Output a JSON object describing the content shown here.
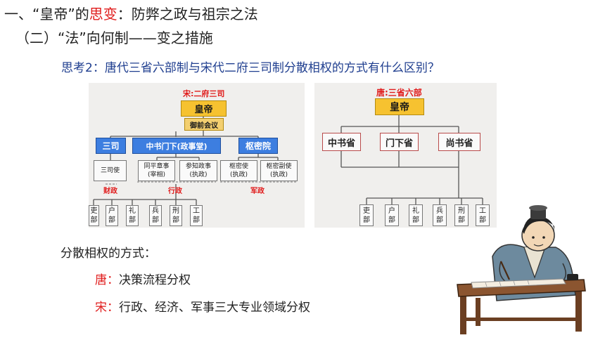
{
  "heading": {
    "prefix": "一、“皇帝”的",
    "highlight": "思变",
    "suffix": "：防弊之政与祖宗之法"
  },
  "subheading": "（二）“法”向何制——变之措施",
  "question": "思考2：唐代三省六部制与宋代二府三司制分散相权的方式有什么区别？",
  "song_chart": {
    "title": "宋:二府三司",
    "emperor": "皇帝",
    "council": "御前会议",
    "branches": [
      "三司",
      "中书门下(政事堂)",
      "枢密院"
    ],
    "officials": [
      [
        "三司使"
      ],
      [
        "同平章事",
        "(宰相)"
      ],
      [
        "参知政事",
        "(执政)"
      ],
      [
        "枢密使",
        "(执政)"
      ],
      [
        "枢密副使",
        "(执政)"
      ]
    ],
    "power_labels": [
      "财政",
      "行政",
      "军政"
    ],
    "ministries": [
      [
        "吏",
        "部"
      ],
      [
        "户",
        "部"
      ],
      [
        "礼",
        "部"
      ],
      [
        "兵",
        "部"
      ],
      [
        "刑",
        "部"
      ],
      [
        "工",
        "部"
      ]
    ]
  },
  "tang_chart": {
    "title": "唐:三省六部",
    "emperor": "皇帝",
    "branches": [
      "中书省",
      "门下省",
      "尚书省"
    ],
    "ministries": [
      [
        "吏",
        "部"
      ],
      [
        "户",
        "部"
      ],
      [
        "礼",
        "部"
      ],
      [
        "兵",
        "部"
      ],
      [
        "刑",
        "部"
      ],
      [
        "工",
        "部"
      ]
    ]
  },
  "conclusion": {
    "intro": "分散相权的方式：",
    "tang_label": "唐：",
    "tang_text": "决策流程分权",
    "song_label": "宋：",
    "song_text": "行政、经济、军事三大专业领域分权"
  },
  "colors": {
    "accent_red": "#e01b1b",
    "question_blue": "#1f3e8f",
    "box_gold": "#f6c230",
    "box_blue": "#3d7ee0"
  }
}
